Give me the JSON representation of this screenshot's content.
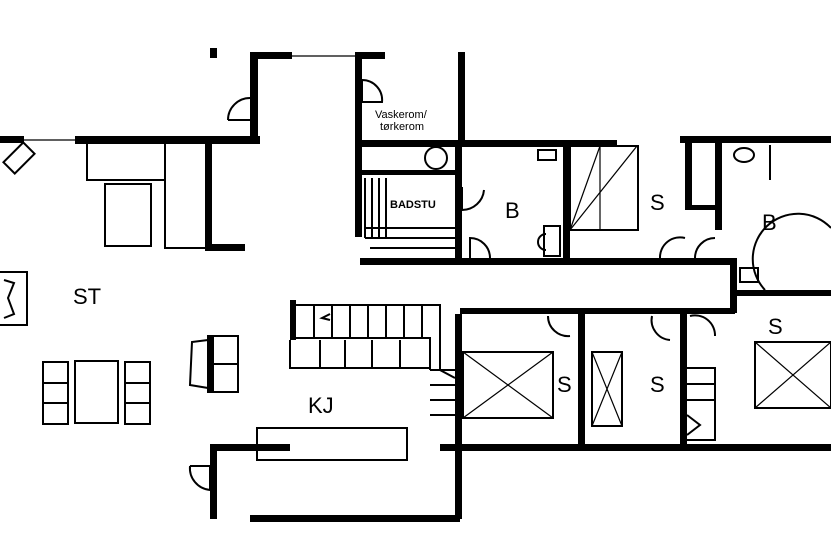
{
  "plan": {
    "rooms": {
      "living": "ST",
      "kitchen": "KJ",
      "laundry_line1": "Vaskerom/",
      "laundry_line2": "tørkerom",
      "sauna": "BADSTU",
      "bath_1": "B",
      "bedroom_1": "S",
      "bath_2": "B",
      "bedroom_2": "S",
      "bedroom_3": "S",
      "bedroom_4": "S"
    },
    "colors": {
      "ink": "#000000",
      "paper": "#ffffff"
    }
  }
}
